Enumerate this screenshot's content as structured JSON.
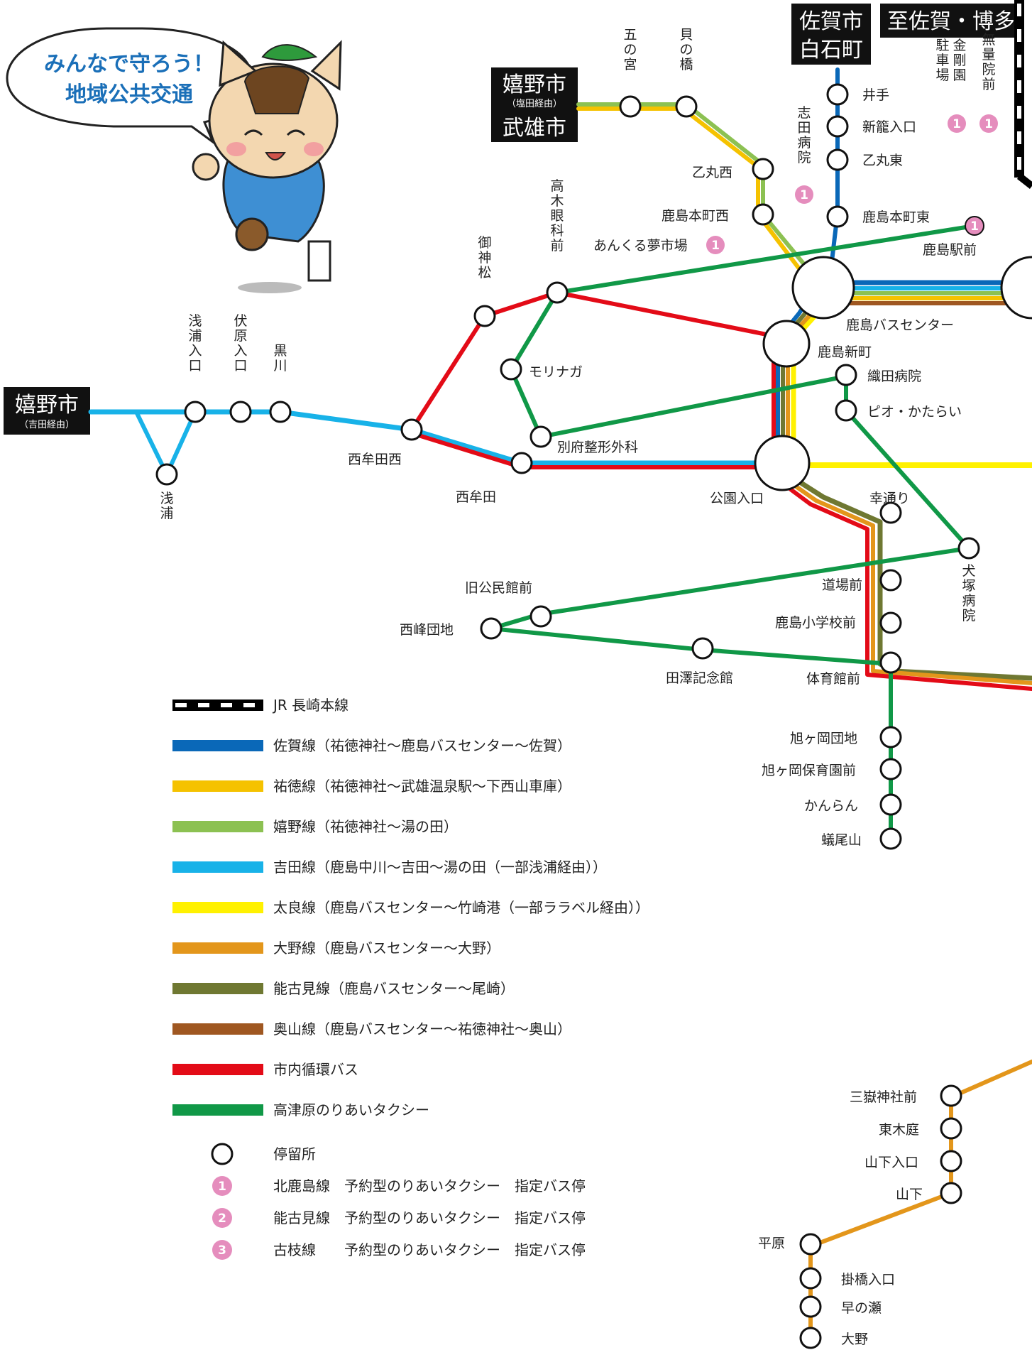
{
  "speech_bubble": [
    "みんなで守ろう！",
    "地域公共交通"
  ],
  "destinations": {
    "ureshino_yoshida": {
      "name": "嬉野市",
      "sub": "（吉田経由）"
    },
    "ureshino_takeo": {
      "name": "嬉野市",
      "sub": "（塩田経由）",
      "name2": "武雄市"
    },
    "saga_shiroishi": {
      "name": "佐賀市",
      "name2": "白石町"
    },
    "saga_hakata": {
      "name": "至佐賀・博多"
    }
  },
  "stops": {
    "asaura_iriguchi": "浅浦入口",
    "fushihara_iriguchi": "伏原入口",
    "kurokawa": "黒川",
    "asaura": "浅浦",
    "nishimuta_nishi": "西牟田西",
    "nishimuta": "西牟田",
    "gokanmatsu": "御神松",
    "takagi_ganka": "高木眼科前",
    "morinaga": "モリナガ",
    "beppu_seikei": "別府整形外科",
    "goshinomiya": "五の宮",
    "kainohashi": "貝の橋",
    "otomaru_nishi": "乙丸西",
    "kashima_honmachi_nishi": "鹿島本町西",
    "ankuru": "あんくる夢市場",
    "shida_byoin": "志田病院",
    "ide": "井手",
    "shinkago_iriguchi": "新籠入口",
    "otomaru_higashi": "乙丸東",
    "kashima_honmachi_higashi": "鹿島本町東",
    "kashima_eki": "鹿島駅前",
    "kongoen": "金剛園駐車場",
    "muryoin": "無量院前",
    "bus_center": "鹿島バスセンター",
    "kashima_shinmachi": "鹿島新町",
    "oda_byoin": "織田病院",
    "pio": "ピオ・かたらい",
    "koen_iriguchi": "公園入口",
    "saiwai_dori": "幸通り",
    "inuzuka_byoin": "犬塚病院",
    "kyu_kominkan": "旧公民館前",
    "nishimine_danchi": "西峰団地",
    "dojo_mae": "道場前",
    "kashima_shogakko": "鹿島小学校前",
    "tazawa_kinenkan": "田澤記念館",
    "taiikukan": "体育館前",
    "asahigaoka_danchi": "旭ヶ岡団地",
    "asahigaoka_hoikuen": "旭ヶ岡保育園前",
    "kanran": "かんらん",
    "gio_san": "蟻尾山",
    "sangoku_jinja": "三嶽神社前",
    "higashi_kiba": "東木庭",
    "yamashita_iriguchi": "山下入口",
    "yamashita": "山下",
    "hirabaru": "平原",
    "kakehashi_iriguchi": "掛橋入口",
    "hayanose": "早の瀬",
    "ono": "大野"
  },
  "legend": {
    "lines": [
      {
        "label": "JR 長崎本線",
        "color": "#000000",
        "dashed": true
      },
      {
        "label": "佐賀線（祐徳神社～鹿島バスセンター～佐賀）",
        "color": "#0a68b8"
      },
      {
        "label": "祐徳線（祐徳神社～武雄温泉駅～下西山車庫）",
        "color": "#f5c200"
      },
      {
        "label": "嬉野線（祐徳神社～湯の田）",
        "color": "#8cc152"
      },
      {
        "label": "吉田線（鹿島中川～吉田～湯の田（一部浅浦経由））",
        "color": "#18b2e8"
      },
      {
        "label": "太良線（鹿島バスセンター～竹崎港（一部ララベル経由））",
        "color": "#fff100"
      },
      {
        "label": "大野線（鹿島バスセンター～大野）",
        "color": "#e3961b"
      },
      {
        "label": "能古見線（鹿島バスセンター～尾崎）",
        "color": "#6f7832"
      },
      {
        "label": "奥山線（鹿島バスセンター～祐徳神社～奥山）",
        "color": "#9f5721"
      },
      {
        "label": "市内循環バス",
        "color": "#e30b17"
      },
      {
        "label": "高津原のりあいタクシー",
        "color": "#109847"
      }
    ],
    "symbols": [
      {
        "num": "",
        "label": "停留所"
      },
      {
        "num": "1",
        "label": "北鹿島線　予約型のりあいタクシー　指定バス停"
      },
      {
        "num": "2",
        "label": "能古見線　予約型のりあいタクシー　指定バス停"
      },
      {
        "num": "3",
        "label": "古枝線　　予約型のりあいタクシー　指定バス停"
      }
    ]
  },
  "colors": {
    "saga": "#0a68b8",
    "yutoku": "#f5c200",
    "ureshino": "#8cc152",
    "yoshida": "#18b2e8",
    "tara": "#fff100",
    "ono": "#e3961b",
    "nogomi": "#6f7832",
    "okuyama": "#9f5721",
    "junkan": "#e30b17",
    "takatsubaru": "#109847",
    "pink": "#e58dbd"
  },
  "icons": {
    "mascot": "cat-mascot-icon",
    "stop": "bus-stop-circle-icon",
    "marker": "pink-number-marker-icon"
  }
}
